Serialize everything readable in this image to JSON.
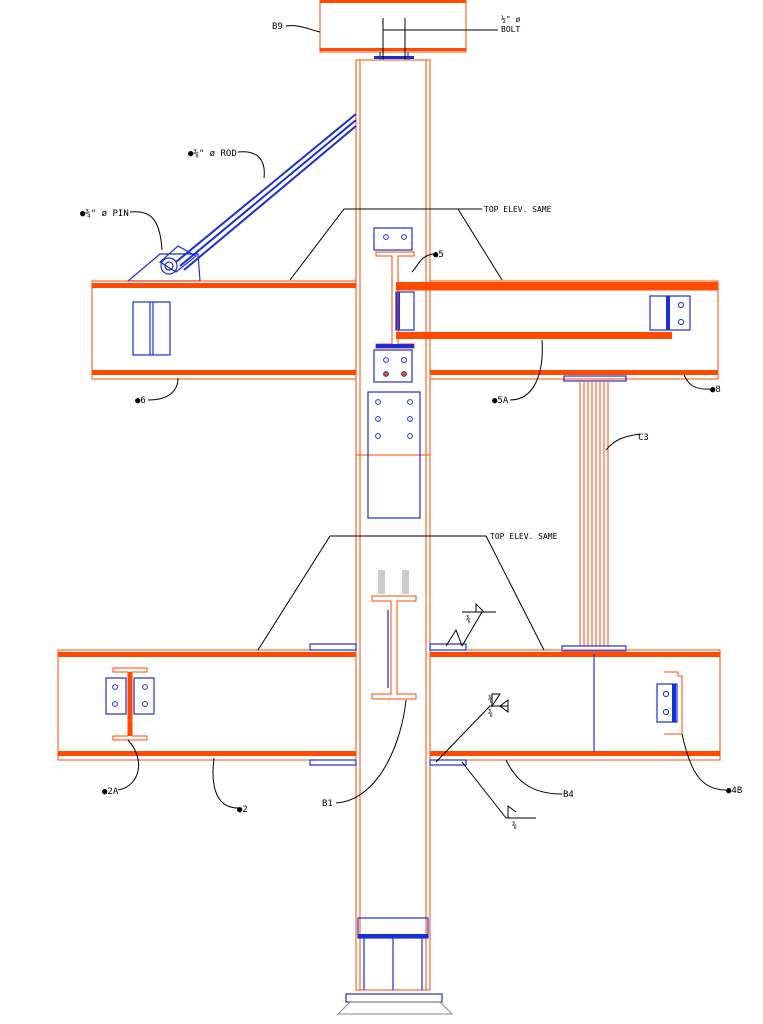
{
  "colors": {
    "member": "#ff4a00",
    "connection": "#1a2fd6",
    "leader": "#000000",
    "background": "#ffffff"
  },
  "labels": {
    "b9": "B9",
    "bolt_line1": "½\" ø",
    "bolt_line2": "BOLT",
    "rod": "●⅜\" ø ROD",
    "pin": "●¾\" ø PIN",
    "top_elev_upper": "TOP ELEV. SAME",
    "top_elev_lower": "TOP ELEV. SAME",
    "b5": "●5",
    "b6": "●6",
    "b5a": "●5A",
    "b8": "●8",
    "c3": "C3",
    "b2a": "●2A",
    "b2": "●2",
    "b1": "B1",
    "b4": "B4",
    "b4b": "●4B",
    "weld1_top": "⅜",
    "weld2_top": "⅜",
    "weld2_bottom": "⅜",
    "weld3_top": "⅜"
  }
}
